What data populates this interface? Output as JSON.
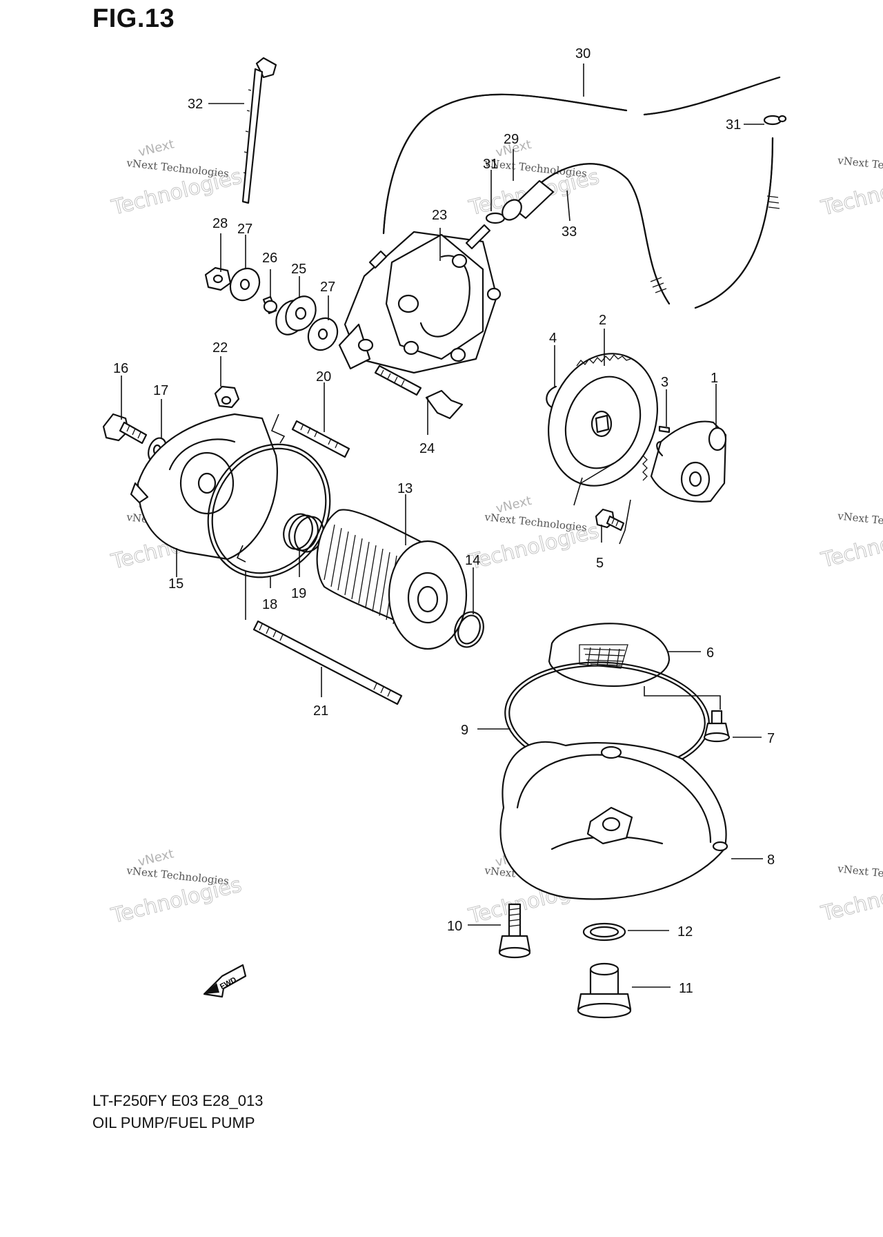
{
  "figure": {
    "title": "FIG.13",
    "model_code": "LT-F250FY E03 E28_013",
    "section_title": "OIL PUMP/FUEL PUMP"
  },
  "callouts": {
    "c1": "1",
    "c2": "2",
    "c3": "3",
    "c4": "4",
    "c5": "5",
    "c6": "6",
    "c7": "7",
    "c8": "8",
    "c9": "9",
    "c10": "10",
    "c11": "11",
    "c12": "12",
    "c13": "13",
    "c14": "14",
    "c15": "15",
    "c16": "16",
    "c17": "17",
    "c18": "18",
    "c19": "19",
    "c20": "20",
    "c21": "21",
    "c22": "22",
    "c23": "23",
    "c24": "24",
    "c25": "25",
    "c26": "26",
    "c27a": "27",
    "c27b": "27",
    "c28": "28",
    "c29": "29",
    "c30": "30",
    "c31a": "31",
    "c31b": "31",
    "c32": "32",
    "c33": "33"
  },
  "fwd_label": "FWD",
  "watermark": {
    "brand": "vNext",
    "company": "vNext Technologies",
    "big": "Technologies"
  }
}
